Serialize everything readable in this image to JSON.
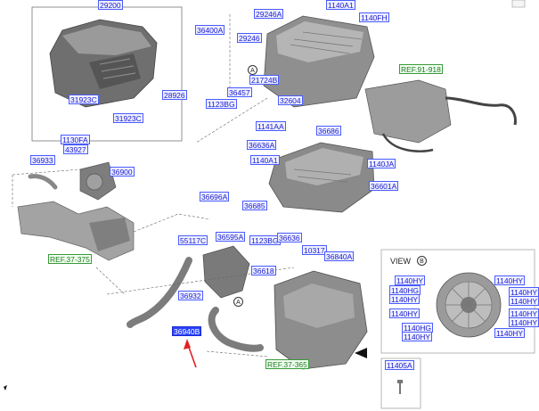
{
  "view": {
    "title": "VIEW",
    "marker": "B"
  },
  "circle_markers": [
    "A",
    "A",
    "B"
  ],
  "labels": {
    "l29200": "29200",
    "l1140A1_top": "1140A1",
    "l29246A": "29246A",
    "l1140FH": "1140FH",
    "l36400A": "36400A",
    "l29246": "29246",
    "ref91918": "REF.91-918",
    "l21724B": "21724B",
    "l31923C_a": "31923C",
    "l28926": "28926",
    "l31923C_b": "31923C",
    "l36457": "36457",
    "l1123BG_a": "1123BG",
    "l32604": "32604",
    "l1141AA": "1141AA",
    "l36686": "36686",
    "l36636A": "36636A",
    "l1130FA": "1130FA",
    "l43927": "43927",
    "l36933": "36933",
    "l36900": "36900",
    "l1140A1_mid": "1140A1",
    "l1140JA": "1140JA",
    "l36601A": "36601A",
    "l36696A": "36696A",
    "l36685": "36685",
    "l36595A": "36595A",
    "l55117C": "55117C",
    "l1123BG_b": "1123BG",
    "l36636": "36636",
    "l10317": "10317",
    "l36840A": "36840A",
    "ref37375": "REF.37-375",
    "l36618": "36618",
    "l36932": "36932",
    "l36940B": "36940B",
    "ref37365": "REF.37-365",
    "l11405A": "11405A",
    "vb_1140HY_1": "1140HY",
    "vb_1140HG_1": "1140HG",
    "vb_1140HY_2": "1140HY",
    "vb_1140HY_3": "1140HY",
    "vb_1140HG_2": "1140HG",
    "vb_1140HY_4": "1140HY",
    "vb_1140HY_5": "1140HY",
    "vb_1140HY_6": "1140HY",
    "vb_1140HY_7": "1140HY",
    "vb_1140HY_8": "1140HY",
    "vb_1140HY_9": "1140HY",
    "vb_1140HY_10": "1140HY"
  },
  "colors": {
    "label_border": "#4a5cff",
    "label_text": "#1a1ad0",
    "ref_text": "#1b7a1b",
    "highlight": "#2a43ff",
    "arrow": "#e02020",
    "part": "#8c8c8c"
  }
}
